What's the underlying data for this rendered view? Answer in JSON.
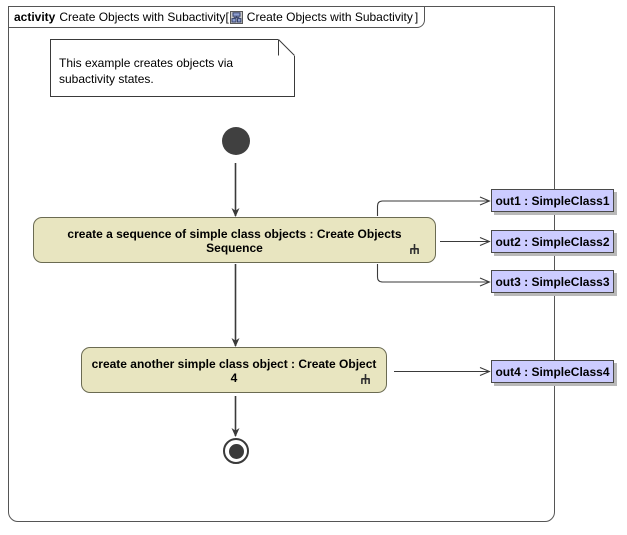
{
  "diagram": {
    "type": "uml-activity-diagram",
    "frame": {
      "keyword": "activity",
      "name": "Create Objects with Subactivity",
      "bracket_open": "[",
      "bracket_label": "Create Objects with Subactivity",
      "bracket_close": "]",
      "icon": "activity-diagram-icon"
    },
    "note": {
      "text": "This example creates objects via subactivity states."
    },
    "initial_node": {
      "label": "initial-node"
    },
    "final_node": {
      "label": "activity-final-node"
    },
    "activities": [
      {
        "label": "create a sequence of simple class objects : Create Objects Sequence",
        "icon": "subactivity-rake-icon"
      },
      {
        "label": "create another simple class object : Create Object 4",
        "icon": "subactivity-rake-icon"
      }
    ],
    "objects": [
      {
        "label": "out1 : SimpleClass1"
      },
      {
        "label": "out2 : SimpleClass2"
      },
      {
        "label": "out3 : SimpleClass3"
      },
      {
        "label": "out4 : SimpleClass4"
      }
    ],
    "colors": {
      "activity_fill": "#E8E5C0",
      "activity_stroke": "#6B6B52",
      "object_fill": "#CCCCFF",
      "object_stroke": "#4A4A4A",
      "node_dark": "#404040",
      "frame_stroke": "#555555",
      "edge_stroke": "#3A3A3A",
      "shadow": "#B9B9B9",
      "background": "#FFFFFF"
    }
  }
}
